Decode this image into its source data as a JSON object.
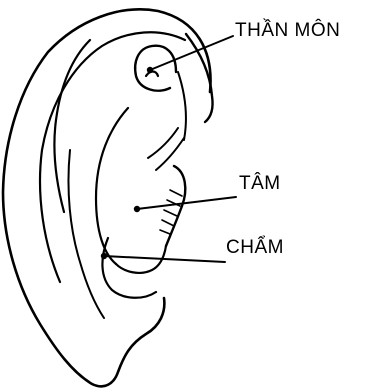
{
  "labels": {
    "than_mon": "THẦN MÔN",
    "tam": "TÂM",
    "cham": "CHẨM"
  }
}
